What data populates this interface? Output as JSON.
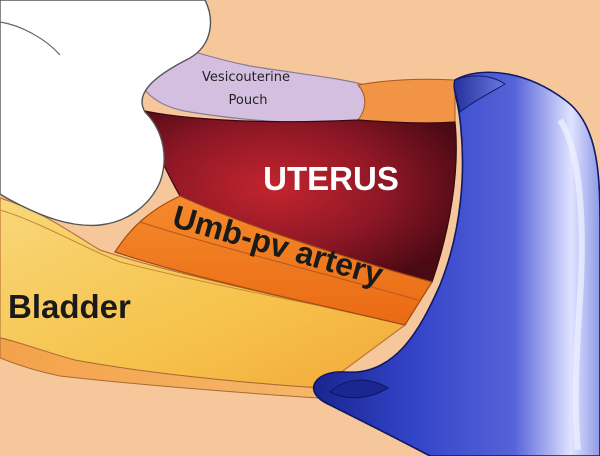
{
  "labels": {
    "pouch_line1": "Vesicouterine",
    "pouch_line2": "Pouch",
    "uterus": "UTERUS",
    "artery": "Umb-pv artery",
    "bladder": "Bladder"
  },
  "colors": {
    "background": "#f6c79a",
    "pouch": "#d4bfe0",
    "uterus_center": "#c3252d",
    "uterus_edge": "#4a0a14",
    "artery": "#f07a1e",
    "bladder": "#f8cf52",
    "vessel": "#2d3bb5",
    "white_organ": "#ffffff"
  }
}
